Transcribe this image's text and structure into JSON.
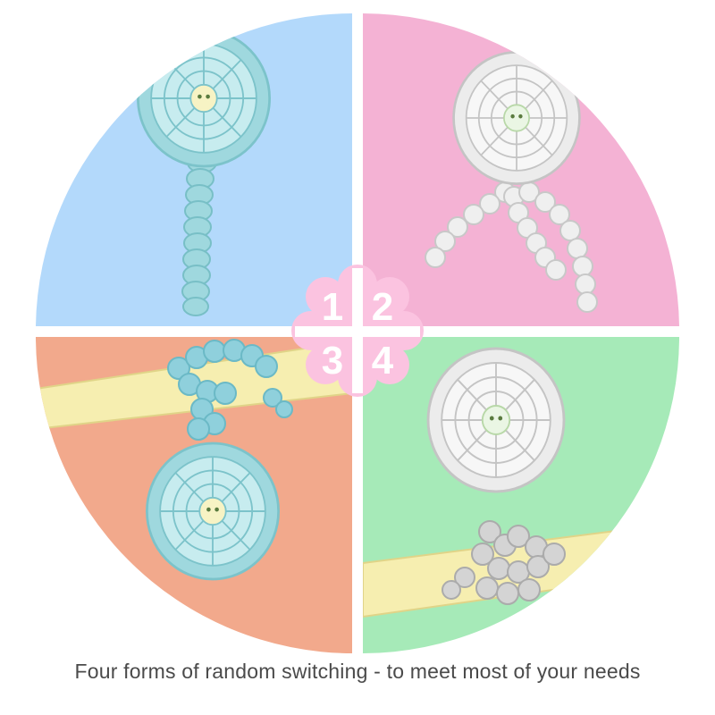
{
  "numbers": [
    "1",
    "2",
    "3",
    "4"
  ],
  "caption": "Four forms of random switching - to meet most of your needs",
  "colors": {
    "q1": "#b3d9fb",
    "q2": "#f4b2d4",
    "q3": "#f2a98c",
    "q4": "#a6eab8",
    "badge": "#fbc3e0",
    "badge_text": "#ffffff",
    "fan_blue": "#9fd8de",
    "fan_blue_dark": "#6fbcc4",
    "fan_white": "#ececec",
    "fan_white_dark": "#bdbdbd",
    "bar": "#f6eeb0",
    "caption_text": "#4a4a4a"
  }
}
